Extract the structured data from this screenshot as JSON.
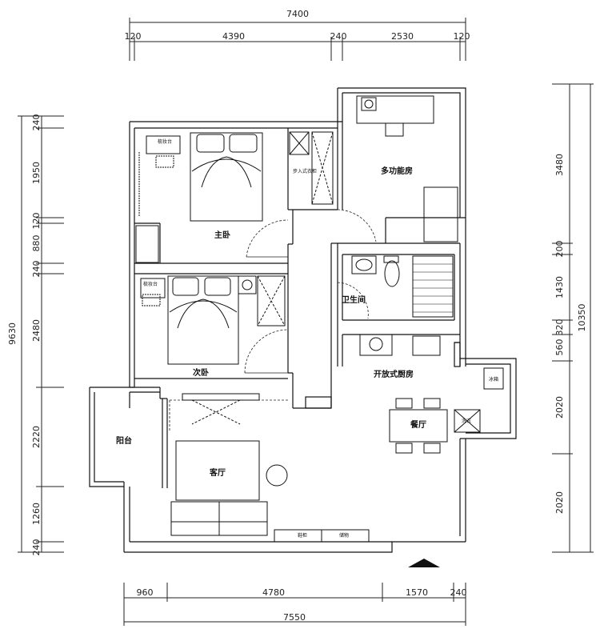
{
  "dimensions": {
    "top_total": "7400",
    "top_segments": [
      "120",
      "4390",
      "240",
      "2530",
      "120"
    ],
    "bottom_segments": [
      "960",
      "4780",
      "1570",
      "240"
    ],
    "bottom_total": "7550",
    "left_total": "9630",
    "left_segments": [
      "240",
      "1950",
      "120",
      "880",
      "240",
      "2480",
      "2220",
      "1260",
      "240"
    ],
    "right_total": "10350",
    "right_segments": [
      "3480",
      "200",
      "1430",
      "320",
      "560",
      "2020",
      "2020"
    ]
  },
  "rooms": {
    "master_bedroom": "主卧",
    "second_bedroom": "次卧",
    "multifunction_room": "多功能房",
    "bathroom": "卫生间",
    "open_kitchen": "开放式厨房",
    "dining": "餐厅",
    "balcony": "阳台",
    "living_room": "客厅"
  },
  "fixtures": {
    "master_desk": "梳妆台",
    "walk_in_closet": "步入式衣柜",
    "second_desk": "梳妆台",
    "fridge": "冰箱",
    "washer": "洗衣",
    "cabinet_1": "鞋柜",
    "cabinet_2": "储物"
  }
}
